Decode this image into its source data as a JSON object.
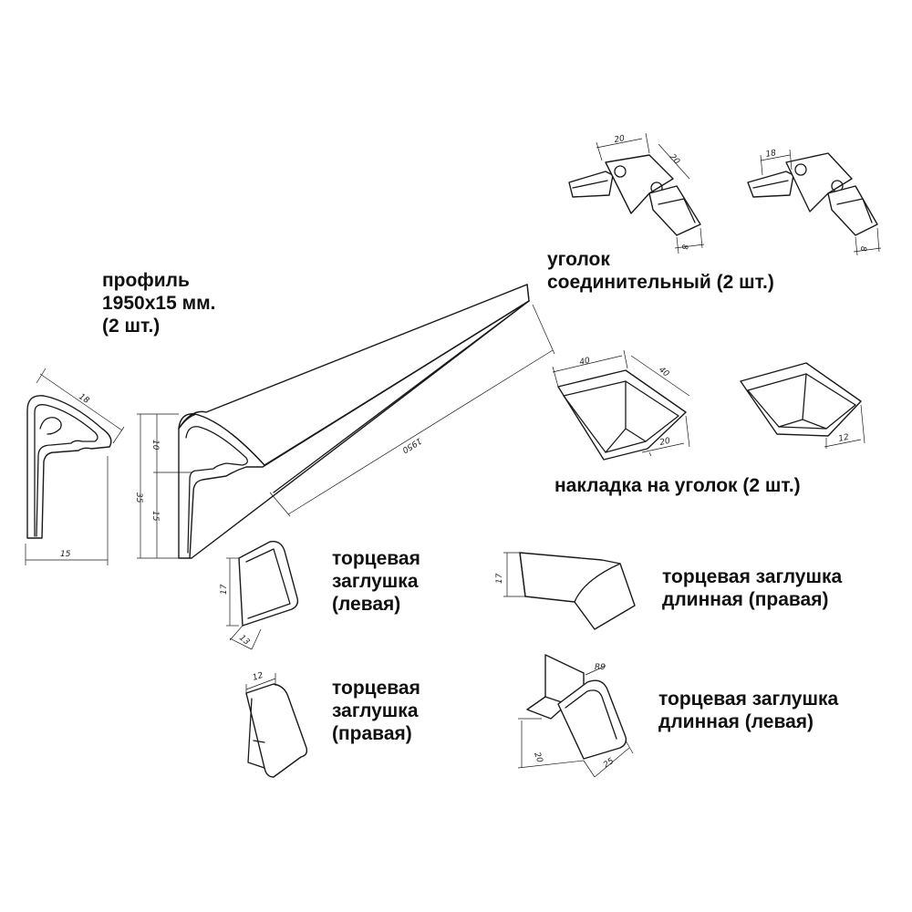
{
  "labels": {
    "profile": [
      "профиль",
      "1950х15 мм.",
      "(2 шт.)"
    ],
    "corner_connector": [
      "уголок",
      "соединительный  (2 шт.)"
    ],
    "corner_cover": [
      "накладка на уголок (2 шт.)"
    ],
    "end_cap_left": [
      "торцевая",
      "заглушка",
      "(левая)"
    ],
    "end_cap_right": [
      "торцевая",
      "заглушка",
      "(правая)"
    ],
    "long_cap_right": [
      "торцевая заглушка",
      "длинная (правая)"
    ],
    "long_cap_left": [
      "торцевая заглушка",
      "длинная (левая)"
    ]
  },
  "dimensions": {
    "profile_section_width": "15",
    "profile_section_top": "18",
    "profile_height": "35",
    "profile_upper": "10",
    "profile_lower": "15",
    "profile_length": "1950",
    "connector_a_top": "20",
    "connector_a_side": "20",
    "connector_a_leg": "8",
    "connector_b_top": "18",
    "connector_b_leg": "8",
    "cover_a_top": "40",
    "cover_a_side": "40",
    "cover_a_front": "20",
    "cover_b_front": "12",
    "cap_left_height": "17",
    "cap_left_depth": "13",
    "cap_right_top": "12",
    "long_right_height": "17",
    "long_left_radius": "R9",
    "long_left_height": "20",
    "long_left_width": "25"
  }
}
